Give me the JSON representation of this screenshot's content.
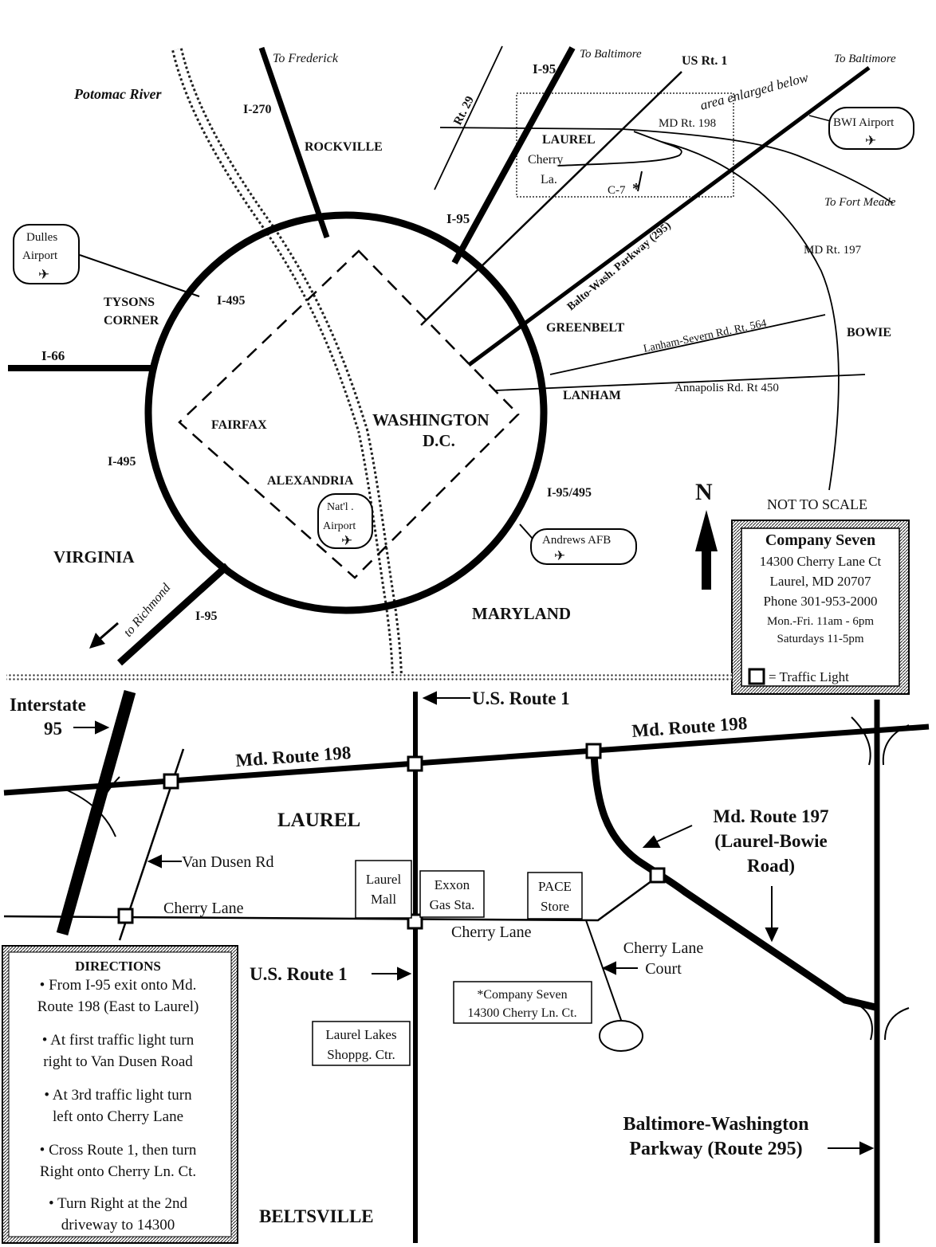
{
  "upper_map": {
    "labels": {
      "to_frederick": "To Frederick",
      "potomac_river": "Potomac River",
      "i270": "I-270",
      "rockville": "ROCKVILLE",
      "to_baltimore_1": "To Baltimore",
      "us_rt1": "US Rt. 1",
      "to_baltimore_2": "To Baltimore",
      "i95_top": "I-95",
      "rt29": "Rt. 29",
      "area_enlarged": "area enlarged below",
      "laurel": "LAUREL",
      "md198": "MD Rt. 198",
      "cherry_la_1": "Cherry",
      "cherry_la_2": "La.",
      "c7": "C-7",
      "bwi": "BWI Airport",
      "to_fort_meade": "To Fort Meade",
      "i95_mid": "I-95",
      "bw_parkway": "Balto-Wash. Parkway (295)",
      "md197": "MD Rt. 197",
      "dulles_1": "Dulles",
      "dulles_2": "Airport",
      "tysons_1": "TYSONS",
      "tysons_2": "CORNER",
      "i495_top": "I-495",
      "greenbelt": "GREENBELT",
      "lanham_seven": "Lanham-Severn Rd. Rt. 564",
      "bowie": "BOWIE",
      "i66": "I-66",
      "annapolis": "Annapolis Rd. Rt 450",
      "lanham": "LANHAM",
      "fairfax": "FAIRFAX",
      "washington": "WASHINGTON",
      "dc": "D.C.",
      "i495_left": "I-495",
      "alexandria": "ALEXANDRIA",
      "natl_1": "Nat'l .",
      "natl_2": "Airport",
      "i95_495": "I-95/495",
      "north": "N",
      "not_to_scale": "NOT TO SCALE",
      "virginia": "VIRGINIA",
      "andrews": "Andrews AFB",
      "to_richmond": "to Richmond",
      "i95_bottom": "I-95",
      "maryland": "MARYLAND",
      "airport_glyph": "✈"
    }
  },
  "company_box": {
    "name": "Company Seven",
    "address1": "14300 Cherry Lane Ct",
    "address2": "Laurel, MD 20707",
    "phone": "Phone 301-953-2000",
    "hours1": "Mon.-Fri. 11am - 6pm",
    "hours2": "Saturdays 11-5pm",
    "legend": "= Traffic Light"
  },
  "lower_map": {
    "labels": {
      "interstate_1": "Interstate",
      "interstate_2": "95",
      "us_route1_top": "U.S. Route 1",
      "md198_left": "Md. Route 198",
      "md198_right": "Md. Route 198",
      "laurel": "LAUREL",
      "van_dusen": "Van Dusen Rd",
      "md197_1": "Md. Route 197",
      "md197_2": "(Laurel-Bowie",
      "md197_3": "Road)",
      "laurel_mall_1": "Laurel",
      "laurel_mall_2": "Mall",
      "exxon_1": "Exxon",
      "exxon_2": "Gas Sta.",
      "pace_1": "PACE",
      "pace_2": "Store",
      "cherry_lane_left": "Cherry Lane",
      "cherry_lane_right": "Cherry Lane",
      "cherry_court_1": "Cherry Lane",
      "cherry_court_2": "Court",
      "us_route1_mid": "U.S. Route 1",
      "company_1": "*Company Seven",
      "company_2": "14300 Cherry Ln. Ct.",
      "laurel_lakes_1": "Laurel Lakes",
      "laurel_lakes_2": "Shoppg. Ctr.",
      "bw_1": "Baltimore-Washington",
      "bw_2": "Parkway (Route 295)",
      "beltsville": "BELTSVILLE"
    }
  },
  "directions": {
    "title": "DIRECTIONS",
    "lines": [
      "• From I-95 exit onto Md.",
      "Route 198 (East to Laurel)",
      "• At first traffic light turn",
      "right to Van Dusen Road",
      "• At 3rd traffic light turn",
      "left onto Cherry Lane",
      "• Cross Route 1, then turn",
      "Right onto Cherry Ln. Ct.",
      "• Turn Right at the 2nd",
      "driveway to 14300"
    ]
  }
}
